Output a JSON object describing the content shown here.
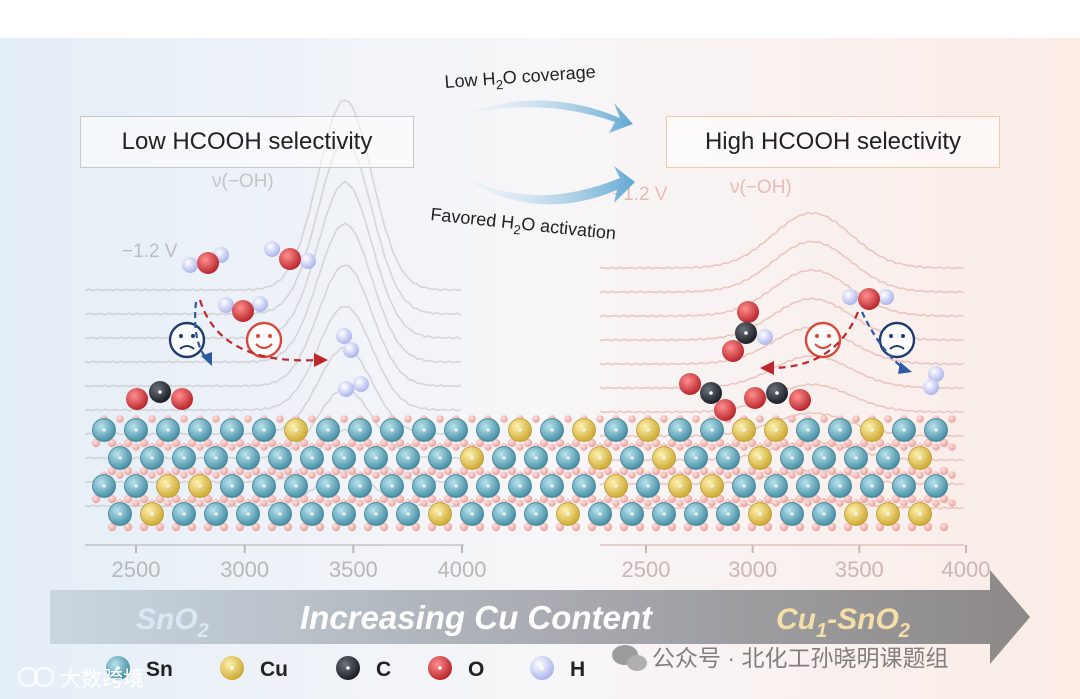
{
  "left_label": "Low HCOOH selectivity",
  "right_label": "High HCOOH selectivity",
  "arrow_top_label": {
    "pre": "Low H",
    "sub": "2",
    "post": "O coverage"
  },
  "arrow_bottom_label": {
    "pre": "Favored H",
    "sub": "2",
    "post": "O activation"
  },
  "left_plot": {
    "potential": "−1.2 V",
    "mode": "ν(−OH)",
    "x_ticks": [
      "2500",
      "3000",
      "3500",
      "4000"
    ]
  },
  "right_plot": {
    "potential": "−1.2 V",
    "mode": "ν(−OH)",
    "x_ticks": [
      "2500",
      "3000",
      "3500",
      "4000"
    ]
  },
  "bottom_arrow": {
    "left": {
      "base": "SnO",
      "sub": "2"
    },
    "center": "Increasing Cu Content",
    "right": {
      "base": "Cu",
      "sub1": "1",
      "mid": "-SnO",
      "sub2": "2"
    }
  },
  "legend": [
    {
      "symbol": "Sn",
      "color": "#5aa8ba"
    },
    {
      "symbol": "Cu",
      "color": "#e8cd5a"
    },
    {
      "symbol": "C",
      "color": "#2b2f36"
    },
    {
      "symbol": "O",
      "color": "#d63a3e"
    },
    {
      "symbol": "H",
      "color": "#c5cbf2"
    }
  ],
  "watermark_right": "公众号 · 北化工孙晓明课题组",
  "watermark_left": "大数跨境",
  "colors": {
    "arrow_blue": "#6aaed4",
    "sad_face": "#1f3c6e",
    "happy_face": "#d84a3c",
    "bg_left": "#e8f1f8",
    "bg_right": "#fbeee8"
  }
}
